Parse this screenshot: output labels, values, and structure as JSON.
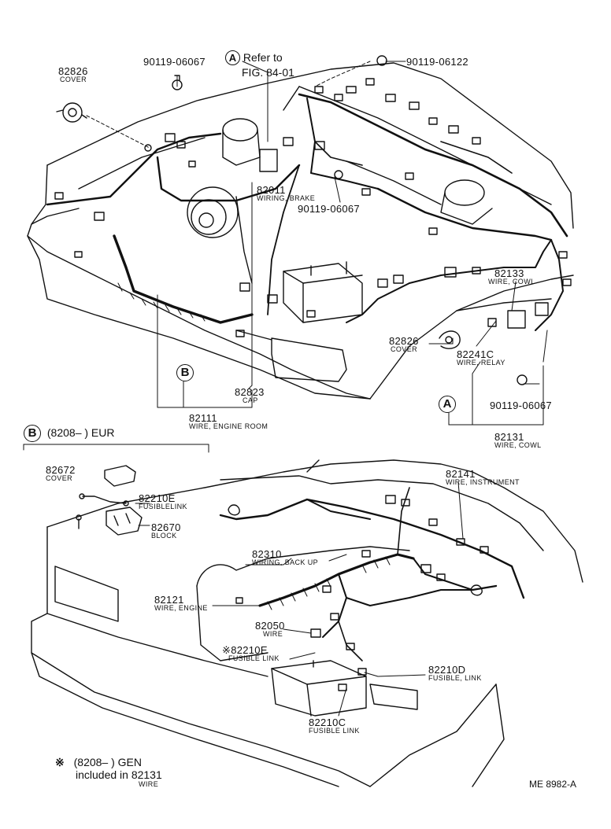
{
  "callouts": [
    {
      "id": "c82826a",
      "part": "82826",
      "desc": "COVER"
    },
    {
      "id": "c90119a",
      "part": "90119-06067",
      "desc": ""
    },
    {
      "id": "c90119b",
      "part": "90119-06122",
      "desc": ""
    },
    {
      "id": "c82011",
      "part": "82011",
      "desc": "WIRING, BRAKE"
    },
    {
      "id": "c90119c",
      "part": "90119-06067",
      "desc": ""
    },
    {
      "id": "c82133",
      "part": "82133",
      "desc": "WIRE, COWL"
    },
    {
      "id": "c82826b",
      "part": "82826",
      "desc": "COVER"
    },
    {
      "id": "c82241c",
      "part": "82241C",
      "desc": "WIRE, RELAY"
    },
    {
      "id": "c90119d",
      "part": "90119-06067",
      "desc": ""
    },
    {
      "id": "c82823",
      "part": "82823",
      "desc": "CAP"
    },
    {
      "id": "c82111",
      "part": "82111",
      "desc": "WIRE, ENGINE ROOM"
    },
    {
      "id": "c82131",
      "part": "82131",
      "desc": "WIRE, COWL"
    },
    {
      "id": "c82672",
      "part": "82672",
      "desc": "COVER"
    },
    {
      "id": "c82210e1",
      "part": "82210E",
      "desc": "FUSIBLELINK"
    },
    {
      "id": "c82670",
      "part": "82670",
      "desc": "BLOCK"
    },
    {
      "id": "c82141",
      "part": "82141",
      "desc": "WIRE, INSTRUMENT"
    },
    {
      "id": "c82310",
      "part": "82310",
      "desc": "WIRING, BACK UP"
    },
    {
      "id": "c82121",
      "part": "82121",
      "desc": "WIRE, ENGINE"
    },
    {
      "id": "c82050",
      "part": "82050",
      "desc": "WIRE"
    },
    {
      "id": "c82210e2",
      "part": "※82210E",
      "desc": "FUSIBLE LINK"
    },
    {
      "id": "c82210d",
      "part": "82210D",
      "desc": "FUSIBLE, LINK"
    },
    {
      "id": "c82210c",
      "part": "82210C",
      "desc": "FUSIBLE LINK"
    }
  ],
  "refer": {
    "marker": "A",
    "line1": "Refer to",
    "line2": "FIG. 84-01"
  },
  "marker_b": "B",
  "marker_a": "A",
  "section_b": {
    "marker": "B",
    "text": "(8208–        ) EUR"
  },
  "footnote": {
    "symbol": "※",
    "line1": "(8208–        ) GEN",
    "line2": "included in 82131",
    "line3": "WIRE"
  },
  "figure_code": "ME 8982-A"
}
